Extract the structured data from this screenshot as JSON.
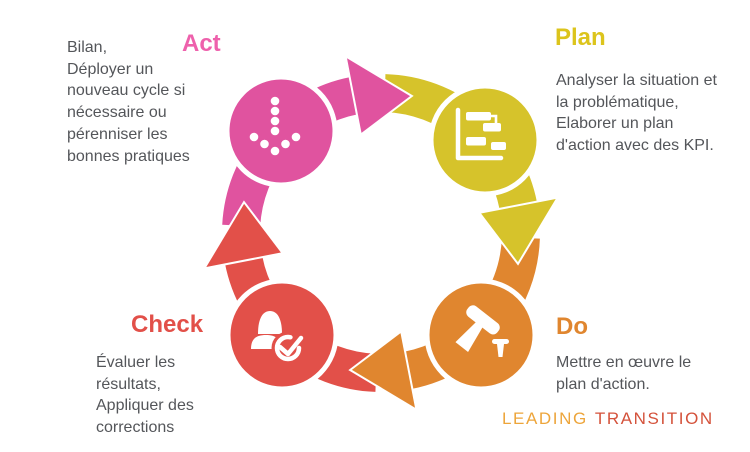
{
  "sections": {
    "act": {
      "title": "Act",
      "description": "Bilan,\nDéployer un\nnouveau cycle si\nnécessaire ou\npérenniser les\nbonnes pratiques"
    },
    "plan": {
      "title": "Plan",
      "description": "Analyser la situation et\nla problématique,\nElaborer un plan\nd'action avec des KPI."
    },
    "do": {
      "title": "Do",
      "description": "Mettre en œuvre le\nplan d'action."
    },
    "check": {
      "title": "Check",
      "description": "Évaluer les\nrésultats,\nAppliquer des\ncorrections"
    }
  },
  "icons": {
    "act": "dotted-down-arrow-icon",
    "plan": "gantt-chart-icon",
    "do": "hammer-nail-icon",
    "check": "person-check-icon"
  },
  "logo": {
    "part1": "LEADING",
    "part2": "TRANSITION"
  },
  "colors": {
    "pink": "#E0539F",
    "pinkTitle": "#EE61AC",
    "yellow": "#D6C32B",
    "yellowTitle": "#DCC41C",
    "orange": "#E0862F",
    "orangeTitle": "#E0862F",
    "red": "#E25049",
    "redTitle": "#E25049",
    "textGray": "#54565A",
    "logoLeft": "#EDA53B",
    "logoRight": "#D4523B",
    "bg": "#FFFFFF"
  }
}
